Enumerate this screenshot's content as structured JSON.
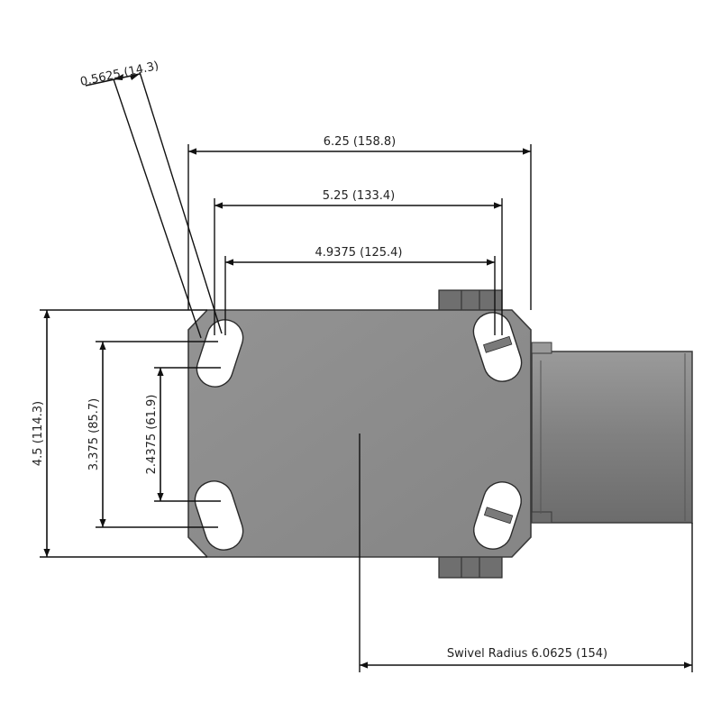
{
  "drawing": {
    "title": "",
    "colors": {
      "plate_fill": "#8a8a8a",
      "plate_stroke": "#3a3a3a",
      "fork_fill": "#7f7f7f",
      "bolt_fill": "#6f6f6f",
      "slot_fill": "#ffffff",
      "dimension_line": "#111111",
      "text": "#222222"
    },
    "dimensions": {
      "bolt_hole": "0.5625 (14.3)",
      "plate_width": "6.25 (158.8)",
      "bolt_spacing_long_outer": "5.25 (133.4)",
      "bolt_spacing_long_inner": "4.9375 (125.4)",
      "plate_height": "4.5 (114.3)",
      "bolt_spacing_short_outer": "3.375 (85.7)",
      "bolt_spacing_short_inner": "2.4375 (61.9)",
      "swivel_radius": "Swivel Radius 6.0625 (154)"
    }
  }
}
